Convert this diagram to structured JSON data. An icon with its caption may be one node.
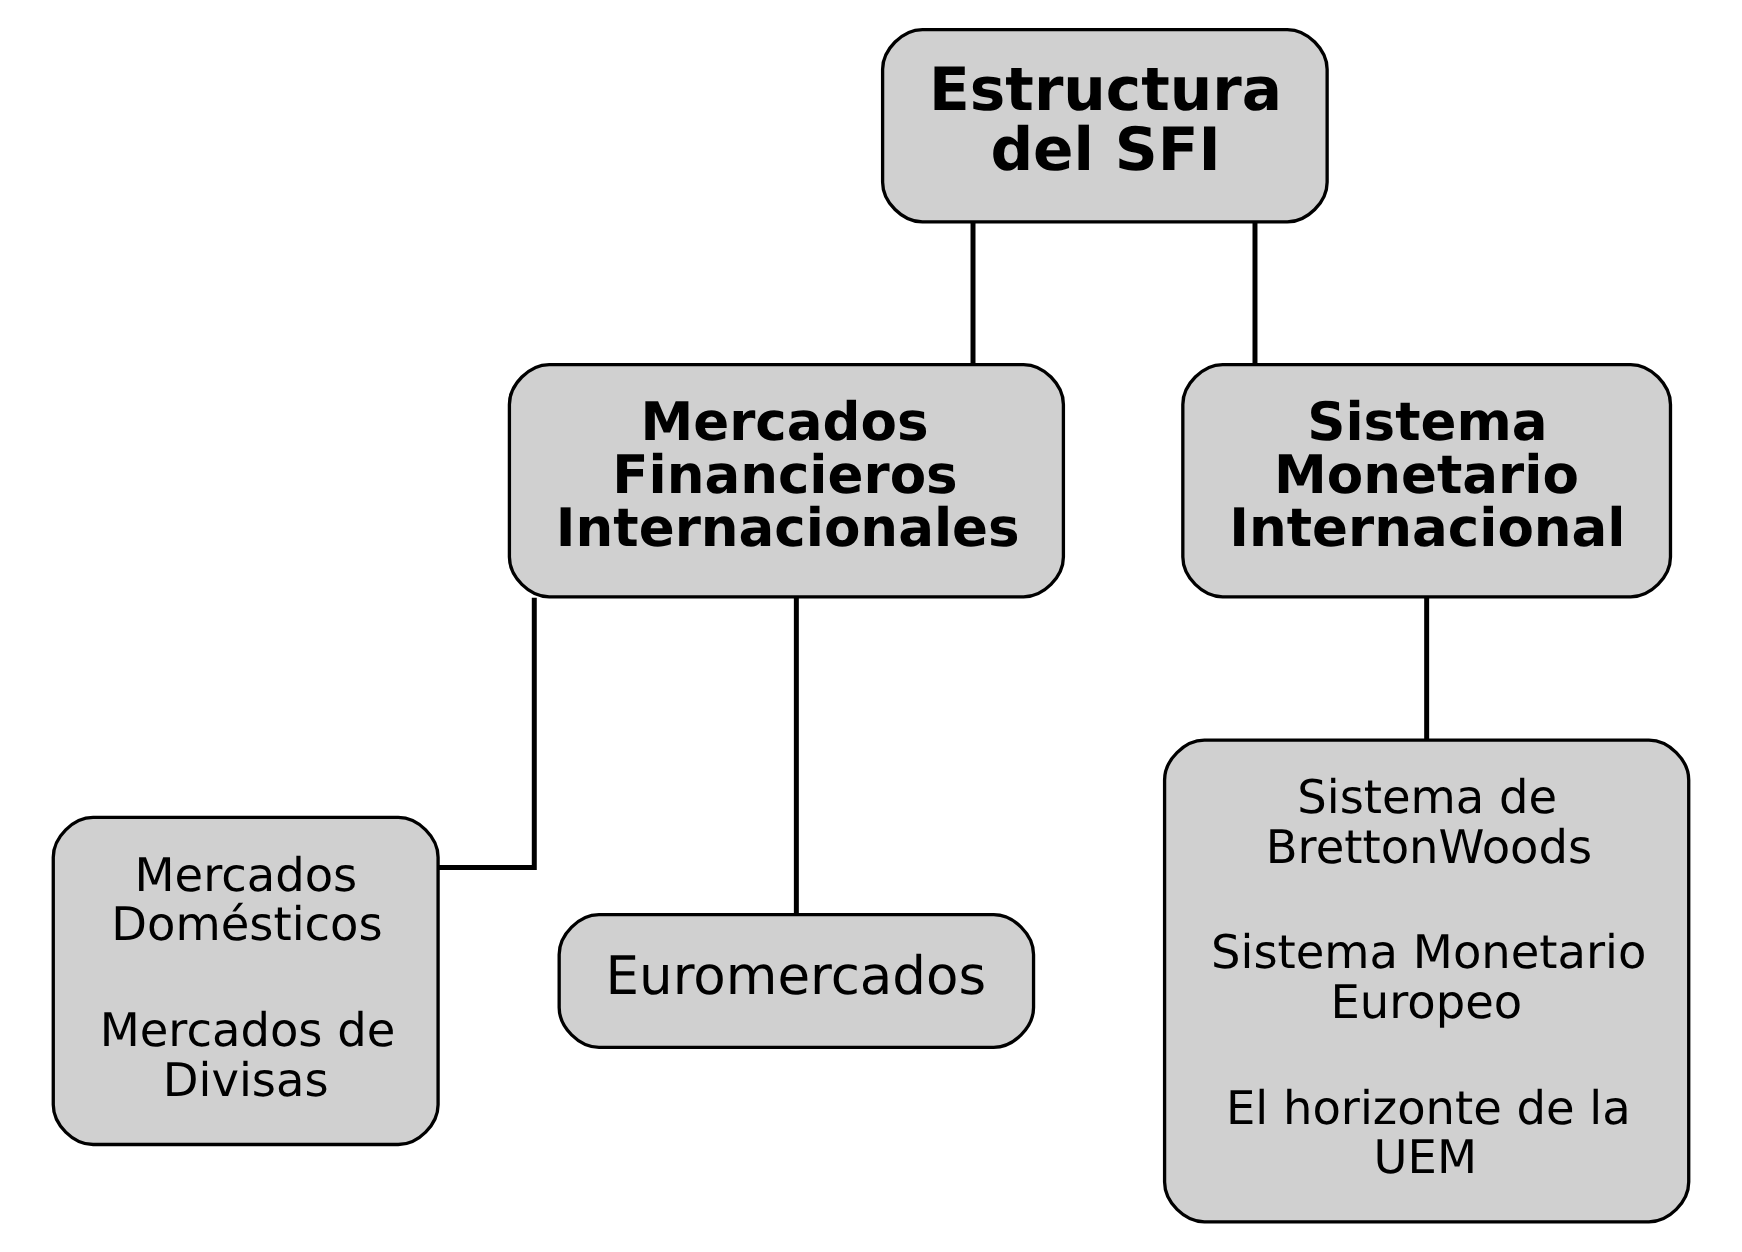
{
  "diagram": {
    "nodes": [
      {
        "text": [
          "Estructura del SFI"
        ]
      },
      {
        "text": [
          "Mercados Financieros Internacionales"
        ]
      },
      {
        "text": [
          "Sistema Monetario Internacional"
        ]
      },
      {
        "text": [
          "Mercados Domésticos",
          "Mercados de Divisas"
        ]
      },
      {
        "text": [
          "Euromercados"
        ]
      },
      {
        "text": [
          "Sistema de BrettonWoods",
          "Sistema Monetario Europeo",
          "El horizonte de la UEM"
        ]
      }
    ],
    "edges": [
      {
        "from": 0,
        "to": 1,
        "arrow": "none"
      },
      {
        "from": 0,
        "to": 2,
        "arrow": "none"
      },
      {
        "from": 1,
        "to": 3,
        "arrow": "none"
      },
      {
        "from": 1,
        "to": 4,
        "arrow": "none"
      },
      {
        "from": 2,
        "to": 5,
        "arrow": "none"
      }
    ]
  }
}
